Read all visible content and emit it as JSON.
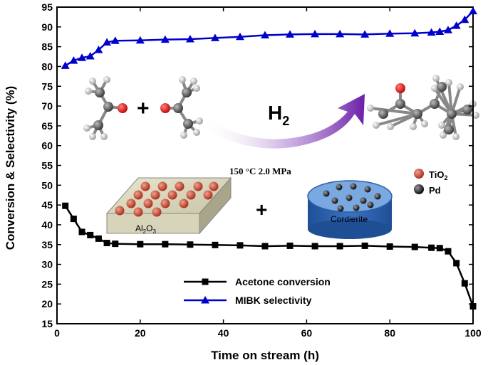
{
  "chart_data": {
    "type": "line",
    "xlabel": "Time on stream (h)",
    "ylabel": "Conversion & Selectivity (%)",
    "xlim": [
      0,
      100
    ],
    "ylim": [
      15,
      95
    ],
    "xticks": [
      "0",
      "20",
      "40",
      "60",
      "80",
      "100"
    ],
    "yticks": [
      "15",
      "20",
      "25",
      "30",
      "35",
      "40",
      "45",
      "50",
      "55",
      "60",
      "65",
      "70",
      "75",
      "80",
      "85",
      "90",
      "95"
    ],
    "grid": false,
    "legend_position": "bottom-center",
    "series": [
      {
        "name": "Acetone conversion",
        "color": "#000000",
        "marker": "square",
        "x": [
          2,
          4,
          6,
          8,
          10,
          12,
          14,
          20,
          26,
          32,
          38,
          44,
          50,
          56,
          62,
          68,
          74,
          80,
          86,
          90,
          92,
          94,
          96,
          98,
          100
        ],
        "y": [
          44.8,
          41.5,
          38.2,
          37.4,
          36.5,
          35.4,
          35.2,
          35.1,
          35.1,
          35.0,
          34.9,
          34.8,
          34.6,
          34.7,
          34.6,
          34.6,
          34.7,
          34.5,
          34.4,
          34.2,
          34.1,
          33.3,
          30.3,
          25.2,
          19.4
        ]
      },
      {
        "name": "MIBK selectivity",
        "color": "#0000cc",
        "marker": "triangle",
        "x": [
          2,
          4,
          6,
          8,
          10,
          12,
          14,
          20,
          26,
          32,
          38,
          44,
          50,
          56,
          62,
          68,
          74,
          80,
          86,
          90,
          92,
          94,
          96,
          98,
          100
        ],
        "y": [
          80.2,
          81.5,
          82.2,
          82.6,
          84.2,
          86.1,
          86.5,
          86.6,
          86.8,
          86.9,
          87.2,
          87.5,
          87.9,
          88.1,
          88.2,
          88.2,
          88.1,
          88.3,
          88.4,
          88.6,
          88.8,
          89.2,
          90.3,
          91.8,
          94.0
        ]
      }
    ]
  },
  "inset": {
    "h2_label": "H",
    "h2_subscript": "2",
    "conditions": "150 °C  2.0 MPa",
    "plus": "+",
    "tio2_label": "TiO",
    "tio2_subscript": "2",
    "pd_label": "Pd",
    "al2o3_label": "Al",
    "al2o3_sub1": "2",
    "al2o3_o": "O",
    "al2o3_sub2": "3",
    "cordierite_label": "Cordierite",
    "colors": {
      "tio2": "#c0392b",
      "pd": "#1a1a1a",
      "cordierite_top": "#7aa8e0",
      "cordierite_side": "#2b5fa8",
      "arrow": "#7b2fb0",
      "oxygen": "#e02020",
      "carbon": "#555555",
      "hydrogen": "#dddddd"
    }
  }
}
